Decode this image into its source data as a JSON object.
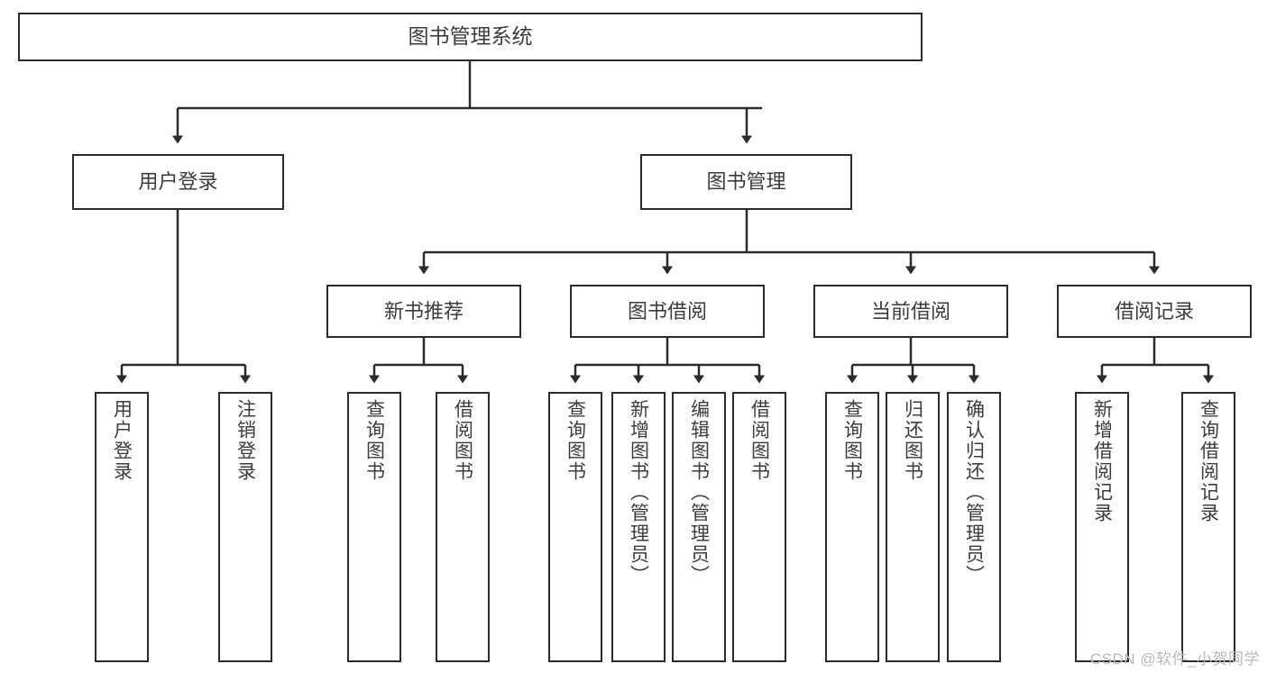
{
  "diagram": {
    "title": "图书管理系统",
    "type": "tree-hierarchy",
    "colors": {
      "stroke": "#2b2b2b",
      "fill": "#ffffff",
      "text": "#3c3c3c",
      "watermark": "#b9b9b9"
    },
    "levels": {
      "root": {
        "label": "图书管理系统"
      },
      "level2": [
        {
          "label": "用户登录"
        },
        {
          "label": "图书管理"
        }
      ],
      "level3": [
        {
          "label": "新书推荐"
        },
        {
          "label": "图书借阅"
        },
        {
          "label": "当前借阅"
        },
        {
          "label": "借阅记录"
        }
      ],
      "leaves": {
        "user_login": [
          {
            "label": "用户登录"
          },
          {
            "label": "注销登录"
          }
        ],
        "new_book": [
          {
            "label": "查询图书"
          },
          {
            "label": "借阅图书"
          }
        ],
        "book_borrow": [
          {
            "label": "查询图书"
          },
          {
            "label": "新增图书（管理员）"
          },
          {
            "label": "编辑图书（管理员）"
          },
          {
            "label": "借阅图书"
          }
        ],
        "current_borrow": [
          {
            "label": "查询图书"
          },
          {
            "label": "归还图书"
          },
          {
            "label": "确认归还（管理员）"
          }
        ],
        "borrow_record": [
          {
            "label": "新增借阅记录"
          },
          {
            "label": "查询借阅记录"
          }
        ]
      }
    },
    "watermark": "CSDN @软件_小贺同学"
  }
}
